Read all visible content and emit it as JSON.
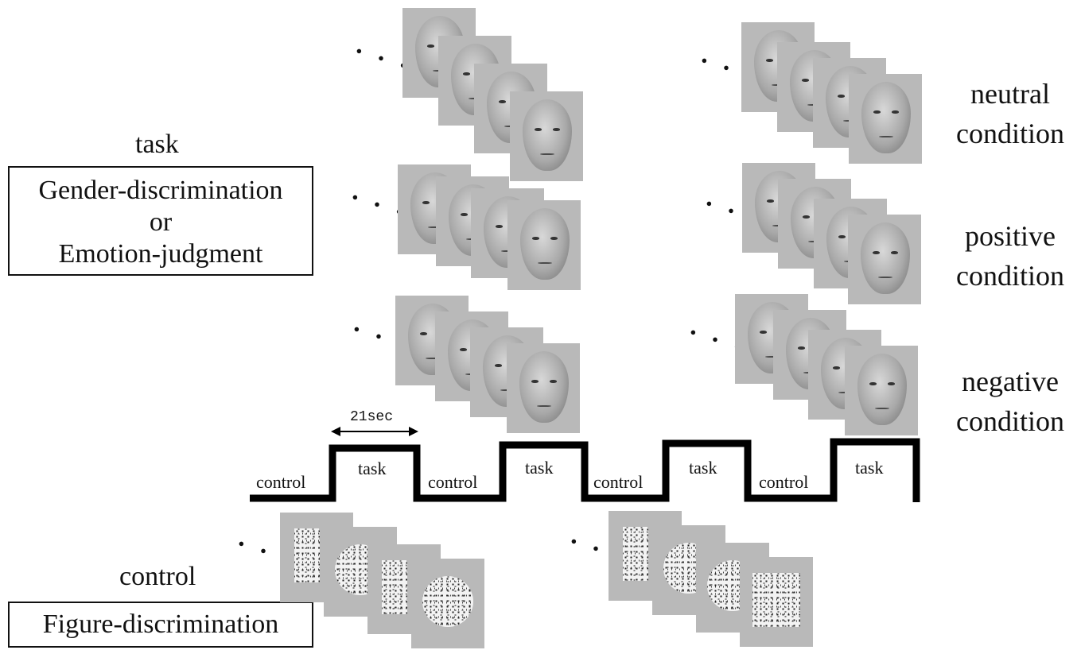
{
  "task_heading": "task",
  "task_box": {
    "line1": "Gender-discrimination",
    "line2": "or",
    "line3": "Emotion-judgment"
  },
  "control_heading": "control",
  "control_box": {
    "line1": "Figure-discrimination"
  },
  "conditions": [
    {
      "line1": "neutral",
      "line2": "condition"
    },
    {
      "line1": "positive",
      "line2": "condition"
    },
    {
      "line1": "negative",
      "line2": "condition"
    }
  ],
  "ellipsis": ". . .",
  "timeline": {
    "duration_label": "21sec",
    "blocks": [
      "control",
      "task",
      "control",
      "task",
      "control",
      "task",
      "control",
      "task"
    ]
  }
}
